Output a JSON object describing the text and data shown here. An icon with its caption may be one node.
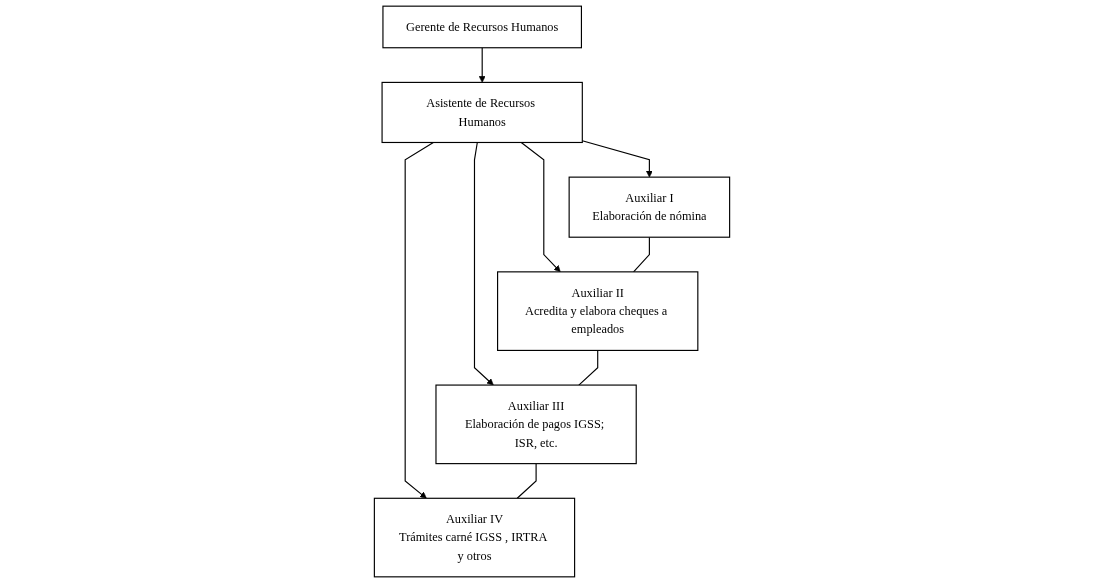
{
  "diagram": {
    "nodes": [
      {
        "text": [
          "Gerente de Recursos Humanos"
        ]
      },
      {
        "text": [
          "Asistente de Recursos Humanos"
        ]
      },
      {
        "text": [
          "Auxiliar I",
          "Elaboración de nómina"
        ]
      },
      {
        "text": [
          "Auxiliar II",
          "Acredita y elabora cheques a empleados"
        ]
      },
      {
        "text": [
          "Auxiliar III",
          "Elaboración de pagos IGSS; ISR, etc."
        ]
      },
      {
        "text": [
          "Auxiliar IV",
          "Trámites carné IGSS , IRTRA y otros"
        ]
      }
    ],
    "edges": [
      {
        "from": 0,
        "to": 1,
        "arrow": "to"
      },
      {
        "from": 1,
        "to": 2,
        "arrow": "to"
      },
      {
        "from": 1,
        "to": 3,
        "arrow": "to"
      },
      {
        "from": 1,
        "to": 4,
        "arrow": "to"
      },
      {
        "from": 1,
        "to": 5,
        "arrow": "to"
      },
      {
        "from": 2,
        "to": 3,
        "arrow": "none"
      },
      {
        "from": 3,
        "to": 4,
        "arrow": "none"
      },
      {
        "from": 4,
        "to": 5,
        "arrow": "none"
      }
    ]
  }
}
